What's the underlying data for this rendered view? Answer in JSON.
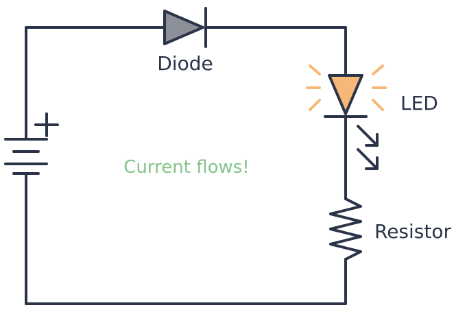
{
  "labels": {
    "diode": "Diode",
    "led": "LED",
    "resistor": "Resistor",
    "status": "Current flows!"
  },
  "colors": {
    "wire": "#2b3348",
    "diode_fill": "#8c9199",
    "led_fill": "#f5b877",
    "glow": "#f5b877",
    "status": "#86c38a"
  },
  "icons": {
    "battery": "battery-icon",
    "plus": "plus-icon",
    "diode": "diode-icon",
    "led": "led-icon",
    "glow": "glow-rays-icon",
    "emission": "emission-arrows-icon",
    "resistor": "resistor-icon"
  }
}
